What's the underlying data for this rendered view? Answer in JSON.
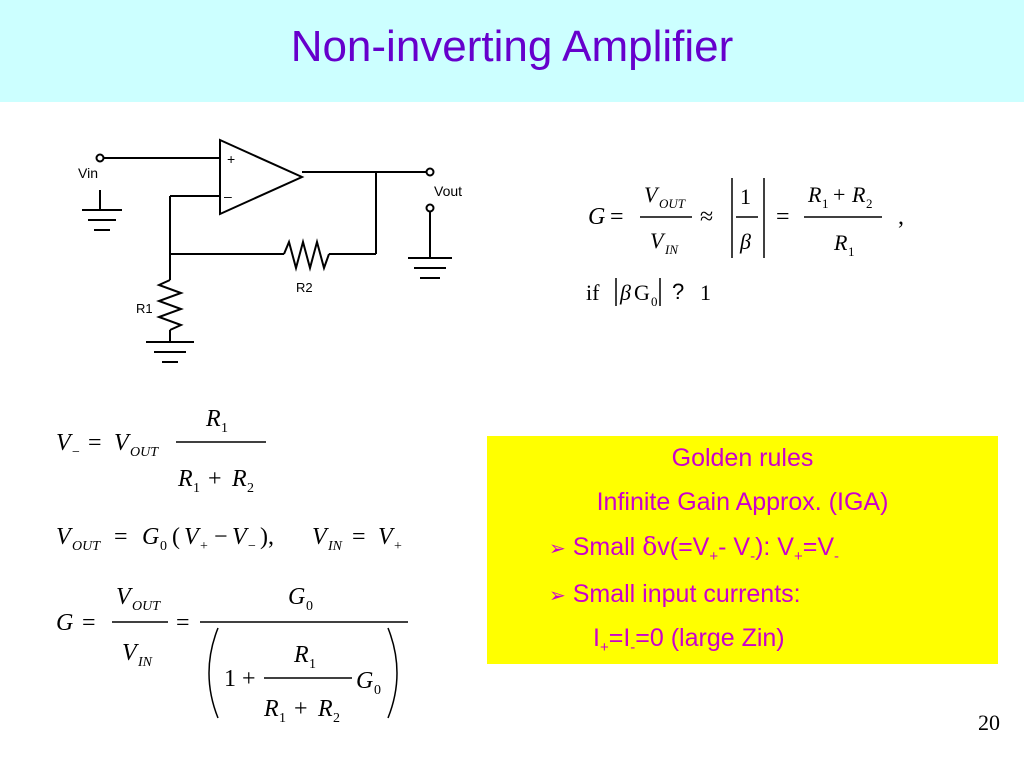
{
  "slide": {
    "title": "Non-inverting Amplifier",
    "page_number": "20"
  },
  "circuit": {
    "vin_label": "Vin",
    "vout_label": "Vout",
    "r1_label": "R1",
    "r2_label": "R2",
    "plus_sign": "+",
    "minus_sign": "–"
  },
  "golden_rules": {
    "title": "Golden rules",
    "subtitle": "Infinite  Gain Approx. (IGA)",
    "bullet1_text": "Small ",
    "bullet1_delta": "δ",
    "bullet1_rest": "v(=V",
    "bullet2_text": "Small input currents:",
    "line4_text": "I",
    "line4_rest": "=0 (large Zin)",
    "sub_plus": "+",
    "sub_minus": "-",
    "bullet_glyph": "➢"
  },
  "equations": {
    "condition_text": "if",
    "condition_symbol": "?",
    "condition_value": "1"
  },
  "colors": {
    "title": "#6600cc",
    "title_band": "#ccffff",
    "rules_box": "#ffff00",
    "rules_text": "#cc00cc"
  }
}
